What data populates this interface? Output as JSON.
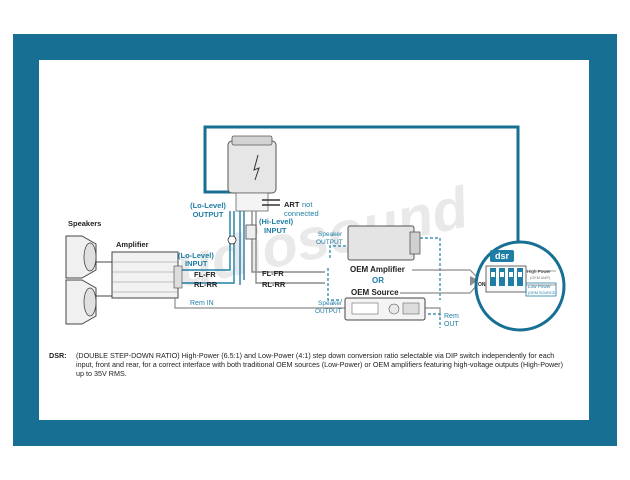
{
  "diagram": {
    "labels": {
      "lo_level_output": [
        "(Lo-Level)",
        "OUTPUT"
      ],
      "hi_level_input": [
        "(Hi-Level)",
        "INPUT"
      ],
      "art_not_connected": [
        "ART",
        "not",
        "connected"
      ],
      "speakers": "Speakers",
      "amplifier": "Amplifier",
      "lo_level_input": [
        "(Lo-Level)",
        "INPUT"
      ],
      "fl_fr_left": "FL-FR",
      "rl_rr_left": "RL-RR",
      "fl_fr_right": "FL-FR",
      "rl_rr_right": "RL-RR",
      "rem_in": "Rem IN",
      "rem_out": [
        "Rem",
        "OUT"
      ],
      "speaker_output_top": [
        "Speaker",
        "OUTPUT"
      ],
      "speaker_output_bottom": [
        "Speaker",
        "OUTPUT"
      ],
      "oem_amplifier": "OEM Amplifier",
      "or": "OR",
      "oem_source": "OEM Source",
      "dsr_logo": "dsr",
      "dip_on": "ON",
      "high_power": "High Power",
      "oem_amp": "(OEM AMP)",
      "low_power": "Low Power",
      "oem_source_small": "(OEM SOURCE)"
    },
    "watermark": "audiosound"
  },
  "caption": {
    "key": "DSR:",
    "text": "(DOUBLE STEP-DOWN RATIO) High-Power (6.5:1) and Low-Power (4:1) step down conversion ratio selectable via DIP switch independently for each input, front and rear, for a correct interface with both traditional OEM sources (Low-Power) or OEM amplifiers featuring high-voltage outputs (High-Power) up to 35V RMS."
  },
  "colors": {
    "frame": "#176f93",
    "wire_blue": "#1f7ea5",
    "wire_gray": "#8c8c8c",
    "text_dark": "#222222"
  }
}
